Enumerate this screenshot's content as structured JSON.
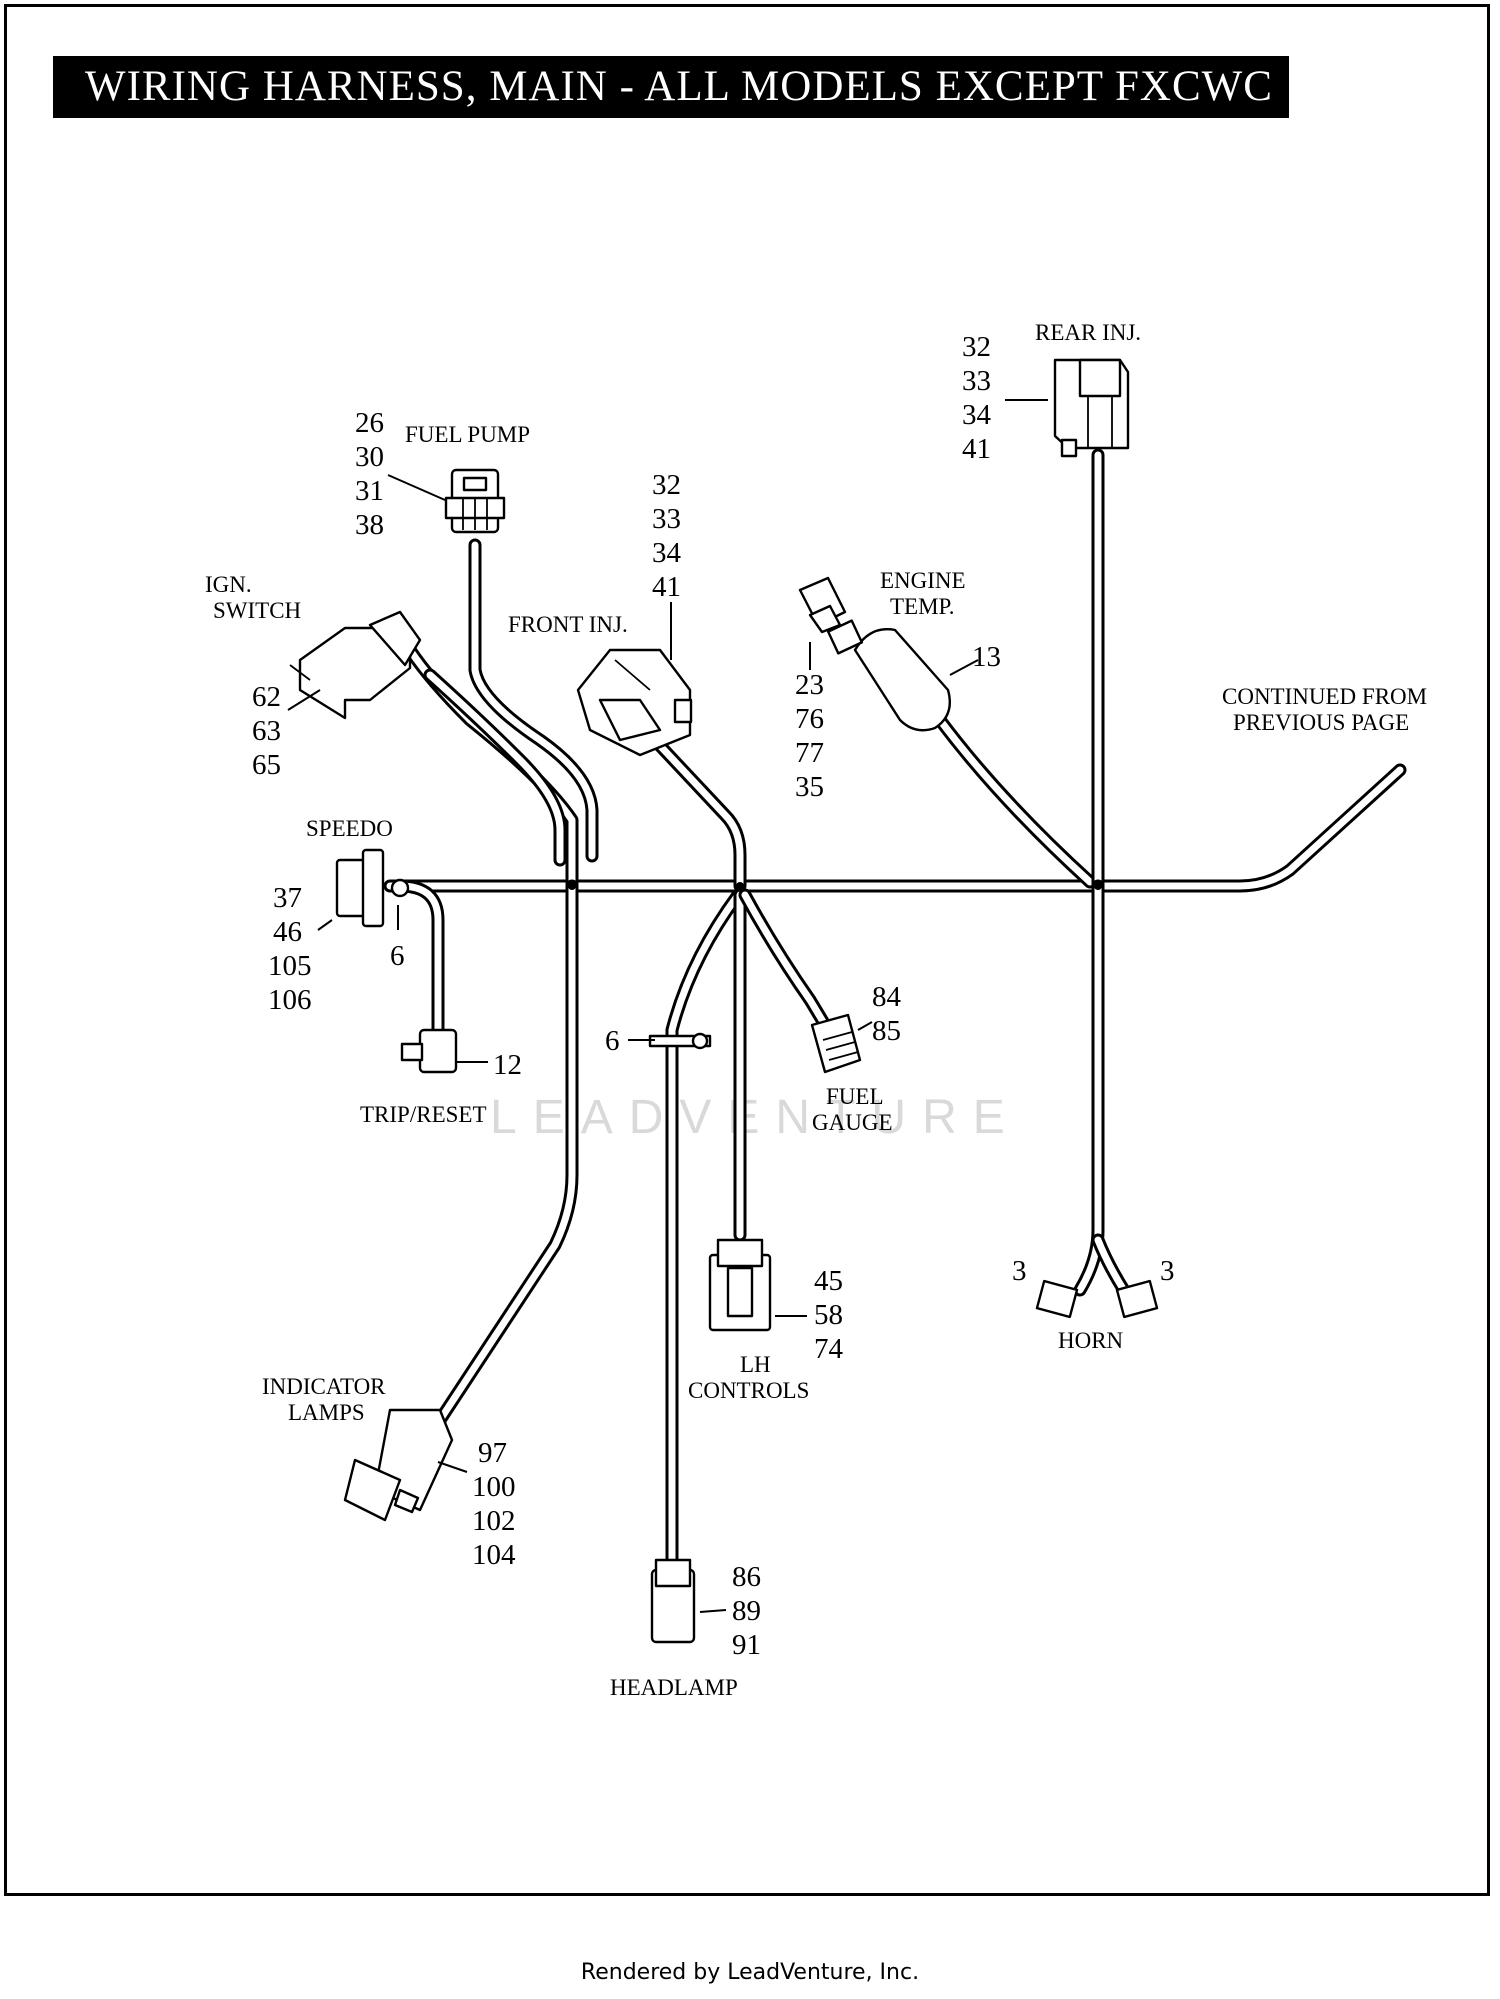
{
  "title": "WIRING HARNESS, MAIN - ALL MODELS EXCEPT FXCWC",
  "footer": "Rendered by LeadVenture, Inc.",
  "watermark": "LEADVENTURE",
  "components": {
    "fuel_pump": {
      "label": [
        "FUEL PUMP"
      ],
      "parts": [
        "26",
        "30",
        "31",
        "38"
      ]
    },
    "ign_switch": {
      "label": [
        "IGN.",
        "SWITCH"
      ],
      "parts": [
        "62",
        "63",
        "65"
      ]
    },
    "front_inj": {
      "label": [
        "FRONT INJ."
      ],
      "parts": [
        "32",
        "33",
        "34",
        "41"
      ]
    },
    "rear_inj": {
      "label": [
        "REAR INJ."
      ],
      "parts": [
        "32",
        "33",
        "34",
        "41"
      ]
    },
    "engine_temp": {
      "label": [
        "ENGINE",
        "TEMP."
      ],
      "parts": [
        "13"
      ],
      "connector_parts": [
        "23",
        "76",
        "77",
        "35"
      ]
    },
    "continued": {
      "label": [
        "CONTINUED FROM",
        "PREVIOUS PAGE"
      ]
    },
    "speedo": {
      "label": [
        "SPEEDO"
      ],
      "parts": [
        "37",
        "46",
        "105",
        "106"
      ],
      "clip": "6"
    },
    "trip_reset": {
      "label": [
        "TRIP/RESET"
      ],
      "parts": [
        "12"
      ]
    },
    "fuel_gauge": {
      "label": [
        "FUEL",
        "GAUGE"
      ],
      "parts": [
        "84",
        "85"
      ],
      "clip": "6"
    },
    "lh_controls": {
      "label": [
        "LH",
        "CONTROLS"
      ],
      "parts": [
        "45",
        "58",
        "74"
      ]
    },
    "horn": {
      "label": [
        "HORN"
      ],
      "parts": [
        "3",
        "3"
      ]
    },
    "indicator_lamps": {
      "label": [
        "INDICATOR",
        "LAMPS"
      ],
      "parts": [
        "97",
        "100",
        "102",
        "104"
      ]
    },
    "headlamp": {
      "label": [
        "HEADLAMP"
      ],
      "parts": [
        "86",
        "89",
        "91"
      ]
    }
  }
}
